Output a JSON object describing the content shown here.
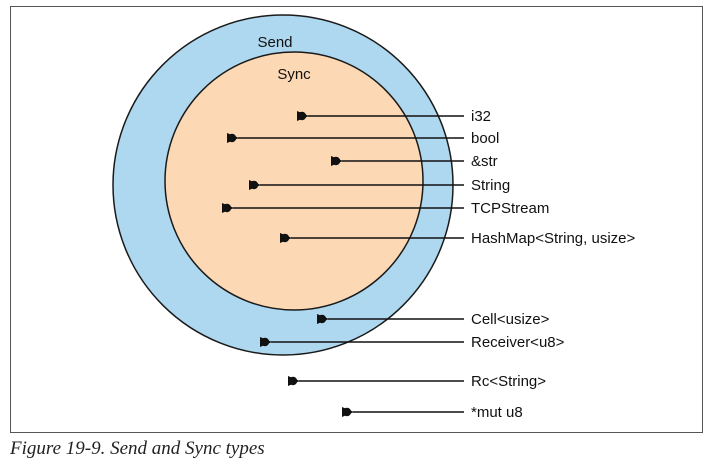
{
  "diagram": {
    "outer_set": {
      "label": "Send",
      "fill": "#aed8ef",
      "stroke": "#1a1a1a"
    },
    "inner_set": {
      "label": "Sync",
      "fill": "#fcd9b4",
      "stroke": "#1a1a1a"
    },
    "types": [
      {
        "id": "i32",
        "label": "i32",
        "in_send": true,
        "in_sync": true
      },
      {
        "id": "bool",
        "label": "bool",
        "in_send": true,
        "in_sync": true
      },
      {
        "id": "str-ref",
        "label": "&str",
        "in_send": true,
        "in_sync": true
      },
      {
        "id": "string",
        "label": "String",
        "in_send": true,
        "in_sync": true
      },
      {
        "id": "tcpstream",
        "label": "TCPStream",
        "in_send": true,
        "in_sync": true
      },
      {
        "id": "hashmap",
        "label": "HashMap<String, usize>",
        "in_send": true,
        "in_sync": true
      },
      {
        "id": "cell",
        "label": "Cell<usize>",
        "in_send": true,
        "in_sync": false
      },
      {
        "id": "receiver",
        "label": "Receiver<u8>",
        "in_send": true,
        "in_sync": false
      },
      {
        "id": "rc",
        "label": "Rc<String>",
        "in_send": false,
        "in_sync": false
      },
      {
        "id": "mut-ptr",
        "label": "*mut u8",
        "in_send": false,
        "in_sync": false
      }
    ]
  },
  "caption": "Figure 19-9. Send and Sync types"
}
